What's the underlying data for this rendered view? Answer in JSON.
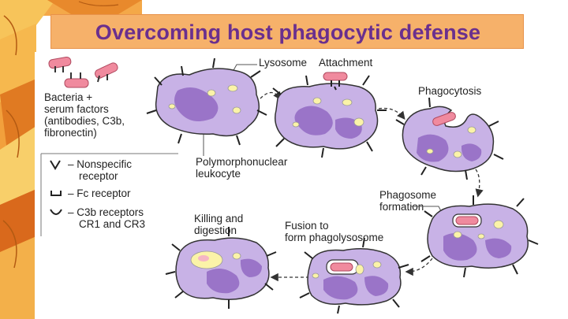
{
  "slide_title": "Overcoming host  phagocytic defense",
  "labels": {
    "bacteria_line1": "Bacteria +",
    "bacteria_line2": "serum factors",
    "bacteria_line3": "(antibodies, C3b,",
    "bacteria_line4": "fibronectin)",
    "lysosome": "Lysosome",
    "attachment": "Attachment",
    "phagocytosis": "Phagocytosis",
    "pmn_line1": "Polymorphonuclear",
    "pmn_line2": "leukocyte",
    "phagosome_line1": "Phagosome",
    "phagosome_line2": "formation",
    "fusion_line1": "Fusion to",
    "fusion_line2": "form phagolysosome",
    "killing_line1": "Killing and",
    "killing_line2": "digestion"
  },
  "legend": [
    {
      "symbol": "V",
      "line1": "– Nonspecific",
      "line2": "receptor"
    },
    {
      "symbol": "Fc-cup",
      "line1": "– Fc receptor",
      "line2": ""
    },
    {
      "symbol": "C3b-arc",
      "line1": "– C3b receptors",
      "line2": "CR1 and CR3"
    }
  ],
  "colors": {
    "title_bg": "#f6b16a",
    "title_text": "#6a2f8e",
    "cell_fill": "#c8b2e6",
    "nucleus": "#9a74c8",
    "granule": "#fbf3a8",
    "bacterium": "#f08a9e",
    "arrow": "#333333"
  }
}
